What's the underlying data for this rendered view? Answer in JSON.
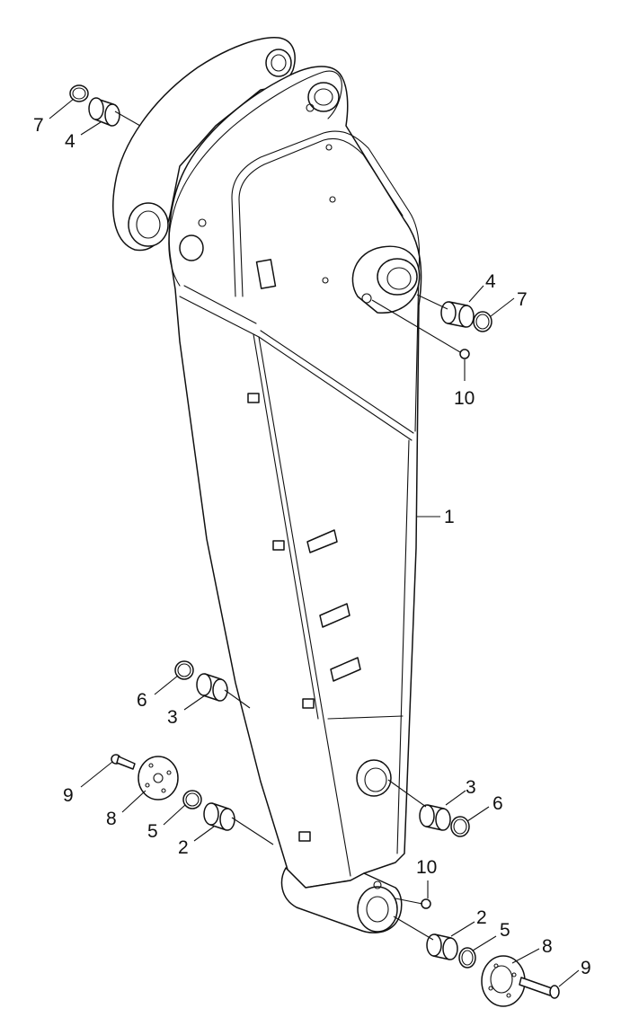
{
  "callouts": {
    "c1": "1",
    "c2a": "2",
    "c2b": "2",
    "c3a": "3",
    "c3b": "3",
    "c4a": "4",
    "c4b": "4",
    "c5a": "5",
    "c5b": "5",
    "c6a": "6",
    "c6b": "6",
    "c7a": "7",
    "c7b": "7",
    "c8a": "8",
    "c8b": "8",
    "c9a": "9",
    "c9b": "9",
    "c10a": "10",
    "c10b": "10"
  }
}
